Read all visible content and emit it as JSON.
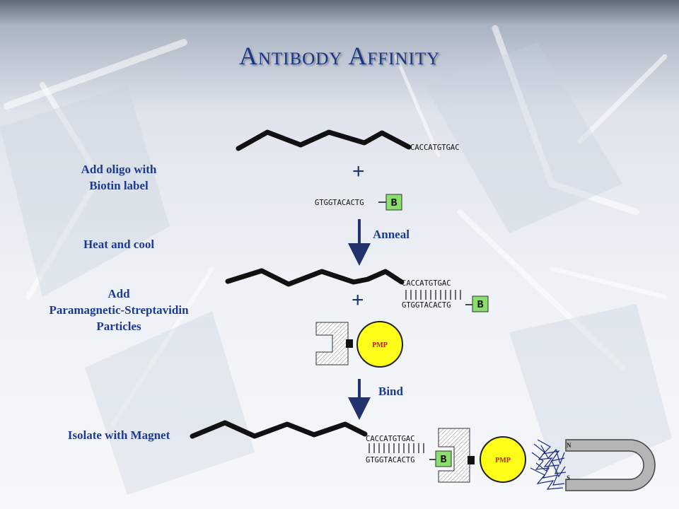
{
  "title": "Antibody Affinity",
  "steps": {
    "add_oligo": "Add oligo with Biotin label",
    "add_oligo_line1": "Add oligo with",
    "add_oligo_line2": "Biotin label",
    "heat_cool": "Heat and cool",
    "add_pmp_line1": "Add",
    "add_pmp_line2": "Paramagnetic-Streptavidin",
    "add_pmp_line3": "Particles",
    "isolate": "Isolate with Magnet"
  },
  "arrows": {
    "anneal": "Anneal",
    "bind": "Bind"
  },
  "sequences": {
    "antibody_tail": "CACCATGTGAC",
    "oligo": "GTGGTACACTG"
  },
  "biotin_label": "B",
  "pmp_label": "PMP",
  "magnet": {
    "north": "N",
    "south": "S"
  },
  "plus_symbol": "+",
  "colors": {
    "title": "#1a3585",
    "labels": "#1c3a94",
    "biotin_fill": "#88e06a",
    "pmp_fill": "#ffff1a",
    "arrow": "#22336e"
  }
}
